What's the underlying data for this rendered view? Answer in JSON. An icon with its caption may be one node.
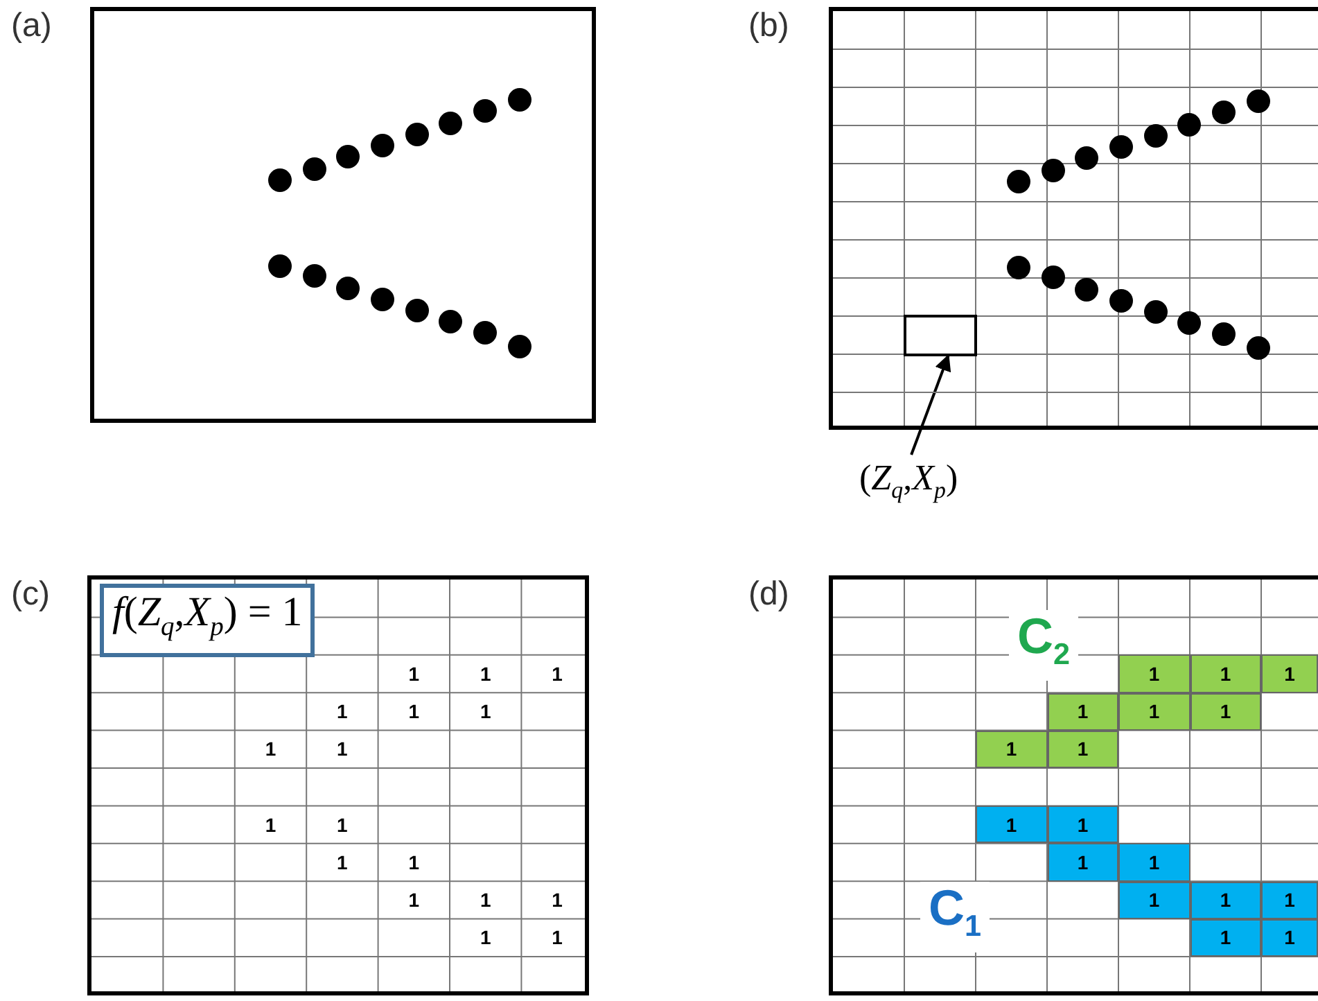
{
  "diagram": {
    "nodes": [
      {
        "text": [
          "(a)"
        ]
      },
      {
        "text": [
          "(b)"
        ]
      },
      {
        "text": [],
        "shape": "box",
        "in": 1
      },
      {
        "text": [
          "(*Z*$_{q}$,*X*$_{p}$)"
        ]
      },
      {
        "text": [
          "(c)"
        ]
      },
      {
        "text": [
          "*f*(*Z*$_{q}$,*X*$_{p}$) = 1"
        ],
        "in": 4
      },
      {
        "text": [
          "(d)"
        ]
      }
    ],
    "edges": [
      {
        "from": 3,
        "to": 2,
        "arrow": "to"
      }
    ],
    "labels": [
      "1",
      "1",
      "1",
      "1",
      "1",
      "1",
      "1",
      "1",
      "1",
      "1",
      "1",
      "1",
      "1",
      "1",
      "1",
      "1",
      "1",
      "C$_{2}$",
      "1",
      "1",
      "1",
      "1",
      "1",
      "1",
      "1",
      "1",
      "1",
      "1",
      "1",
      "1",
      "1",
      "1",
      "1",
      "1",
      "1",
      "C$_{1}$"
    ]
  }
}
